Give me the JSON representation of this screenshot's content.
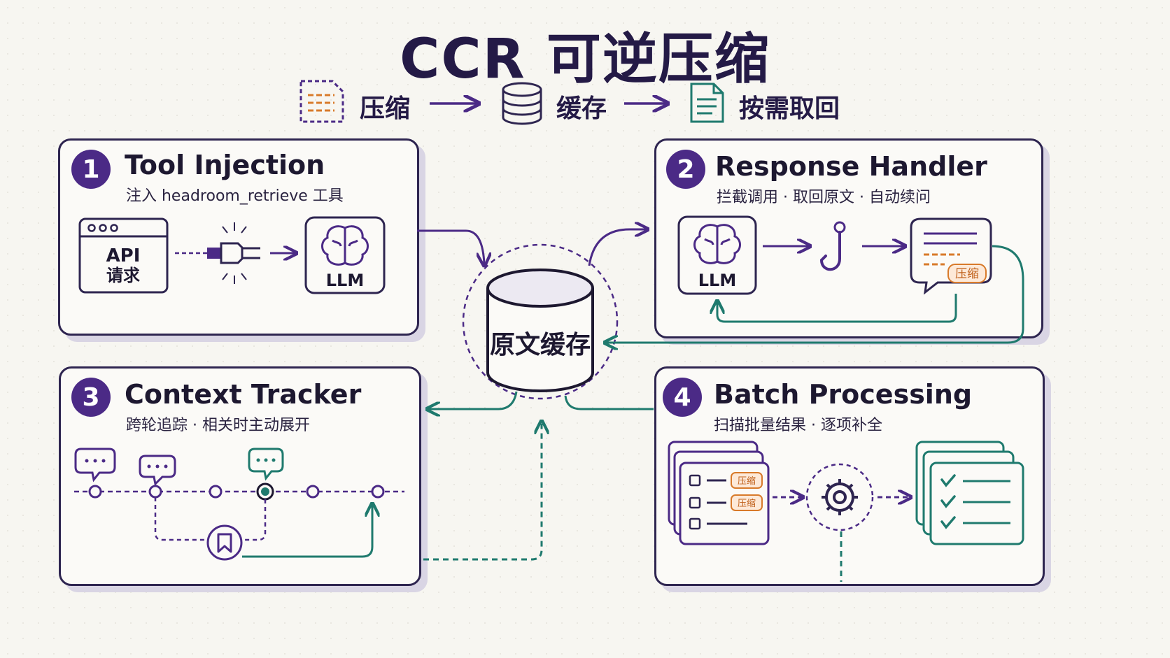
{
  "title": "CCR 可逆压缩",
  "flow": {
    "step1": "压缩",
    "step2": "缓存",
    "step3": "按需取回"
  },
  "center": {
    "label": "原文缓存"
  },
  "panels": [
    {
      "number": "1",
      "title": "Tool Injection",
      "subtitle": "注入 headroom_retrieve 工具",
      "api_line1": "API",
      "api_line2": "请求",
      "llm": "LLM"
    },
    {
      "number": "2",
      "title": "Response Handler",
      "subtitle": "拦截调用 · 取回原文 · 自动续问",
      "llm": "LLM",
      "tag": "压缩"
    },
    {
      "number": "3",
      "title": "Context Tracker",
      "subtitle": "跨轮追踪 · 相关时主动展开"
    },
    {
      "number": "4",
      "title": "Batch Processing",
      "subtitle": "扫描批量结果 · 逐项补全",
      "tag1": "压缩",
      "tag2": "压缩"
    }
  ],
  "colors": {
    "purple": "#4b2a86",
    "teal": "#1f7a6e",
    "orange": "#d87a2a",
    "ink": "#241a46"
  }
}
